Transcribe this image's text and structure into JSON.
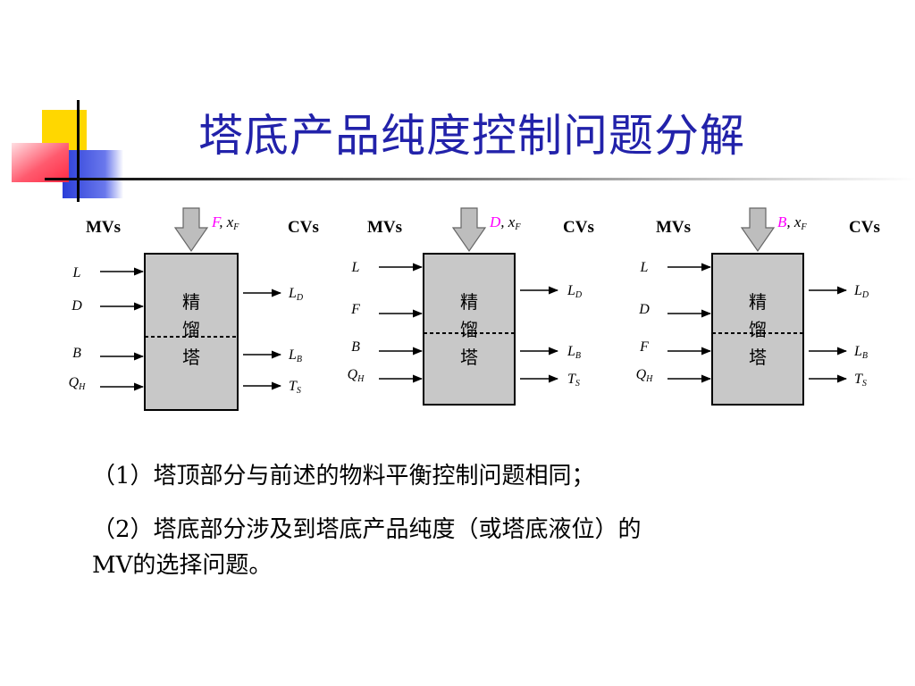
{
  "slide": {
    "title": "塔底产品纯度控制问题分解",
    "lines": [
      "（1）塔顶部分与前述的物料平衡控制问题相同；",
      "（2）塔底部分涉及到塔底产品纯度（或塔底液位）的",
      "MV的选择问题。"
    ]
  },
  "diagrams": [
    {
      "mvs_label": "MVs",
      "cvs_label": "CVs",
      "feed": {
        "key": "F",
        "rest": ", x",
        "sub": "F"
      },
      "column_label": [
        "精",
        "馏",
        "塔"
      ],
      "inputs": [
        {
          "main": "L",
          "sub": ""
        },
        {
          "main": "D",
          "sub": ""
        },
        {
          "main": "B",
          "sub": ""
        },
        {
          "main": "Q",
          "sub": "H"
        }
      ],
      "outputs": [
        {
          "main": "L",
          "sub": "D"
        },
        {
          "main": "L",
          "sub": "B"
        },
        {
          "main": "T",
          "sub": "S"
        }
      ]
    },
    {
      "mvs_label": "MVs",
      "cvs_label": "CVs",
      "feed": {
        "key": "D",
        "rest": ", x",
        "sub": "F"
      },
      "column_label": [
        "精",
        "馏",
        "塔"
      ],
      "inputs": [
        {
          "main": "L",
          "sub": ""
        },
        {
          "main": "F",
          "sub": ""
        },
        {
          "main": "B",
          "sub": ""
        },
        {
          "main": "Q",
          "sub": "H"
        }
      ],
      "outputs": [
        {
          "main": "L",
          "sub": "D"
        },
        {
          "main": "L",
          "sub": "B"
        },
        {
          "main": "T",
          "sub": "S"
        }
      ]
    },
    {
      "mvs_label": "MVs",
      "cvs_label": "CVs",
      "feed": {
        "key": "B",
        "rest": ", x",
        "sub": "F"
      },
      "column_label": [
        "精",
        "馏",
        "塔"
      ],
      "inputs": [
        {
          "main": "L",
          "sub": ""
        },
        {
          "main": "D",
          "sub": ""
        },
        {
          "main": "F",
          "sub": ""
        },
        {
          "main": "Q",
          "sub": "H"
        }
      ],
      "outputs": [
        {
          "main": "L",
          "sub": "D"
        },
        {
          "main": "L",
          "sub": "B"
        },
        {
          "main": "T",
          "sub": "S"
        }
      ]
    }
  ],
  "colors": {
    "title": "#2222aa",
    "feed_highlight": "#ff00ff",
    "column_fill": "#c8c8c8",
    "deco_yellow": "#ffd700",
    "deco_blue": "#2b3ed8",
    "deco_red": "#ff5a6e"
  }
}
